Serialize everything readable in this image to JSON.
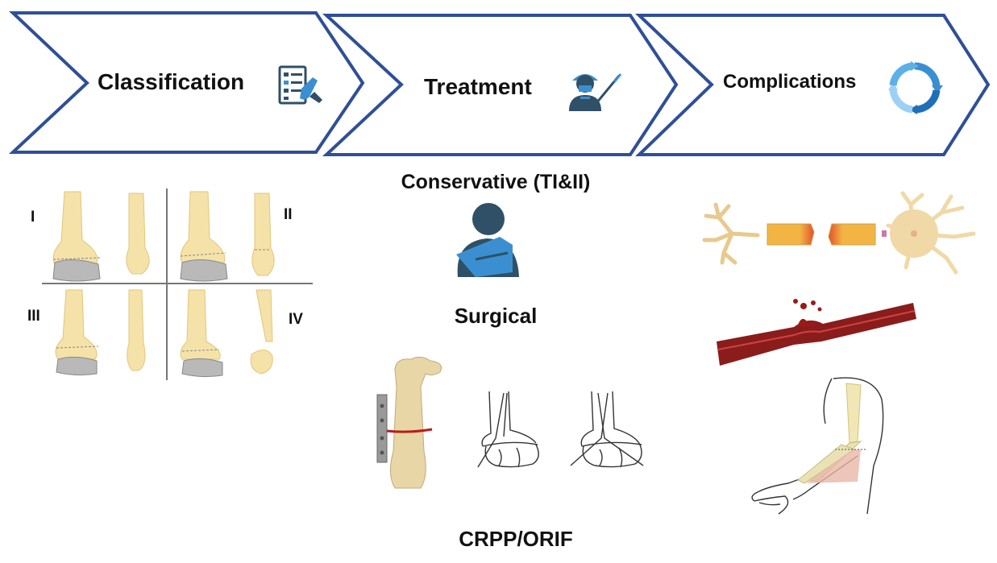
{
  "stages": [
    {
      "label": "Classification",
      "icon": "checklist-icon"
    },
    {
      "label": "Treatment",
      "icon": "surgeon-icon"
    },
    {
      "label": "Complications",
      "icon": "cycle-arrows-icon"
    }
  ],
  "classification": {
    "types": [
      "I",
      "II",
      "III",
      "IV"
    ]
  },
  "treatment": {
    "conservative_label": "Conservative (TI&II)",
    "surgical_label": "Surgical",
    "surgical_method_label": "CRPP/ORIF"
  },
  "colors": {
    "arrow_stroke": "#2f4f97",
    "icon_dark": "#2f5066",
    "icon_blue": "#3a8fd1",
    "bone": "#f5e2a8",
    "vessel": "#8b1c1c"
  }
}
